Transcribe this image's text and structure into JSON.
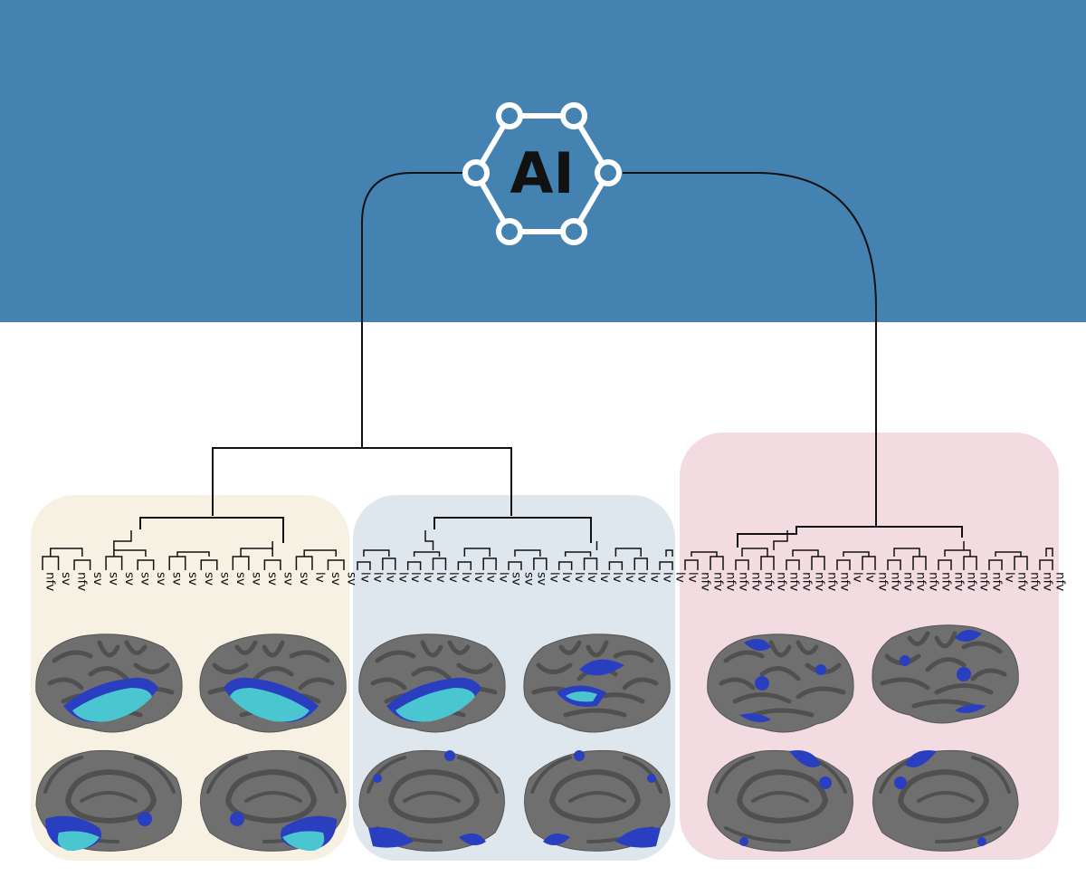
{
  "colors": {
    "header_band": "#4483b1",
    "panel_left": "#f7f1e3",
    "panel_middle": "#dfe7ee",
    "panel_right": "#f2dbe1",
    "line": "#111111",
    "logo_stroke": "#ffffff",
    "brain_gray": "#6f6f6f",
    "brain_dark": "#4d4d4d",
    "atrophy_dark_blue": "#2a3fbf",
    "atrophy_cyan": "#49c6cf"
  },
  "logo": {
    "text": "AI",
    "icon": "hexagon-network-icon"
  },
  "groups": [
    {
      "id": "left",
      "labels": [
        "nfv",
        "sv",
        "nfv",
        "sv",
        "sv",
        "sv",
        "sv",
        "sv",
        "sv",
        "sv",
        "sv",
        "sv",
        "sv",
        "sv",
        "sv",
        "sv",
        "sv",
        "lv",
        "sv",
        "sv"
      ]
    },
    {
      "id": "middle",
      "labels": [
        "lv",
        "lv",
        "lv",
        "lv",
        "lv",
        "lv",
        "lv",
        "lv",
        "lv",
        "lv",
        "lv",
        "lv",
        "sv",
        "sv",
        "sv",
        "lv",
        "lv",
        "lv",
        "lv",
        "lv",
        "lv",
        "lv",
        "lv",
        "lv",
        "lv",
        "lv"
      ]
    },
    {
      "id": "right",
      "labels": [
        "lv",
        "nfv",
        "nfv",
        "nfv",
        "nfv",
        "nfv",
        "nfv",
        "nfv",
        "nfv",
        "nfv",
        "nfv",
        "nfv",
        "nfv",
        "lv",
        "lv",
        "nfv",
        "nfv",
        "nfv",
        "nfv",
        "nfv",
        "nfv",
        "nfv",
        "nfv",
        "nfv",
        "nfv",
        "lv",
        "nfv",
        "nfv",
        "nfv",
        "nfv"
      ]
    }
  ]
}
